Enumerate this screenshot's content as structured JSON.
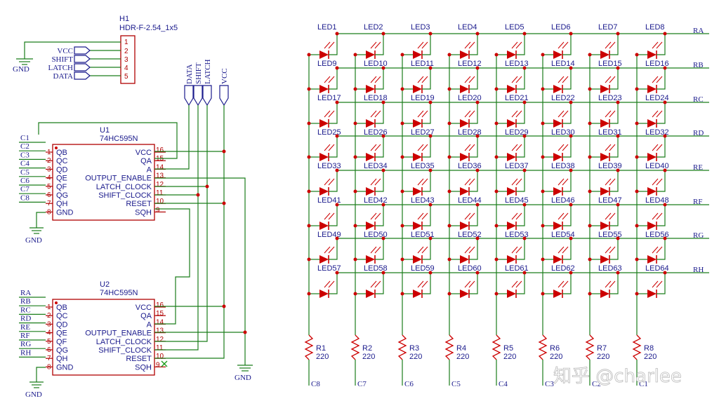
{
  "header": {
    "ref": "H1",
    "part": "HDR-F-2.54_1x5",
    "pins": [
      "1",
      "2",
      "3",
      "4",
      "5"
    ],
    "nets": [
      "VCC",
      "SHIFT",
      "LATCH",
      "DATA"
    ],
    "gnd": "GND"
  },
  "bus_flags": [
    "DATA",
    "SHIFT",
    "LATCH",
    "VCC"
  ],
  "u1": {
    "ref": "U1",
    "part": "74HC595N",
    "nets": [
      "C1",
      "C2",
      "C3",
      "C4",
      "C5",
      "C6",
      "C7",
      "C8"
    ],
    "gnd": "GND"
  },
  "u2": {
    "ref": "U2",
    "part": "74HC595N",
    "nets": [
      "RA",
      "RB",
      "RC",
      "RD",
      "RE",
      "RF",
      "RG",
      "RH"
    ],
    "gnd": "GND"
  },
  "chip_pins": {
    "left_names": [
      "QB",
      "QC",
      "QD",
      "QE",
      "QF",
      "QG",
      "QH",
      "GND"
    ],
    "left_nums": [
      "1",
      "2",
      "3",
      "4",
      "5",
      "6",
      "7",
      "8"
    ],
    "right_names": [
      "VCC",
      "QA",
      "A",
      "OUTPUT_ENABLE",
      "LATCH_CLOCK",
      "SHIFT_CLOCK",
      "RESET",
      "SQH"
    ],
    "right_nums": [
      "16",
      "15",
      "14",
      "13",
      "12",
      "11",
      "10",
      "9"
    ]
  },
  "gnd_right": "GND",
  "matrix": {
    "col_headers": [
      "LED1",
      "LED2",
      "LED3",
      "LED4",
      "LED5",
      "LED6",
      "LED7",
      "LED8"
    ],
    "row_nets": [
      "RA",
      "RB",
      "RC",
      "RD",
      "RE",
      "RF",
      "RG",
      "RH"
    ],
    "led_labels": [
      "LED9",
      "LED10",
      "LED11",
      "LED12",
      "LED13",
      "LED14",
      "LED15",
      "LED16",
      "LED17",
      "LED18",
      "LED19",
      "LED20",
      "LED21",
      "LED22",
      "LED23",
      "LED24",
      "LED25",
      "LED26",
      "LED27",
      "LED28",
      "LED29",
      "LED30",
      "LED31",
      "LED32",
      "LED33",
      "LED34",
      "LED35",
      "LED36",
      "LED37",
      "LED38",
      "LED39",
      "LED40",
      "LED41",
      "LED42",
      "LED43",
      "LED44",
      "LED45",
      "LED46",
      "LED47",
      "LED48",
      "LED49",
      "LED50",
      "LED51",
      "LED52",
      "LED53",
      "LED54",
      "LED55",
      "LED56",
      "LED57",
      "LED58",
      "LED59",
      "LED60",
      "LED61",
      "LED62",
      "LED63",
      "LED64"
    ],
    "resistors": [
      "R1",
      "R2",
      "R3",
      "R4",
      "R5",
      "R6",
      "R7",
      "R8"
    ],
    "resistor_value": "220",
    "col_nets": [
      "C8",
      "C7",
      "C6",
      "C5",
      "C4",
      "C3",
      "C2",
      "C1"
    ]
  },
  "watermark": "知乎 @charlee"
}
